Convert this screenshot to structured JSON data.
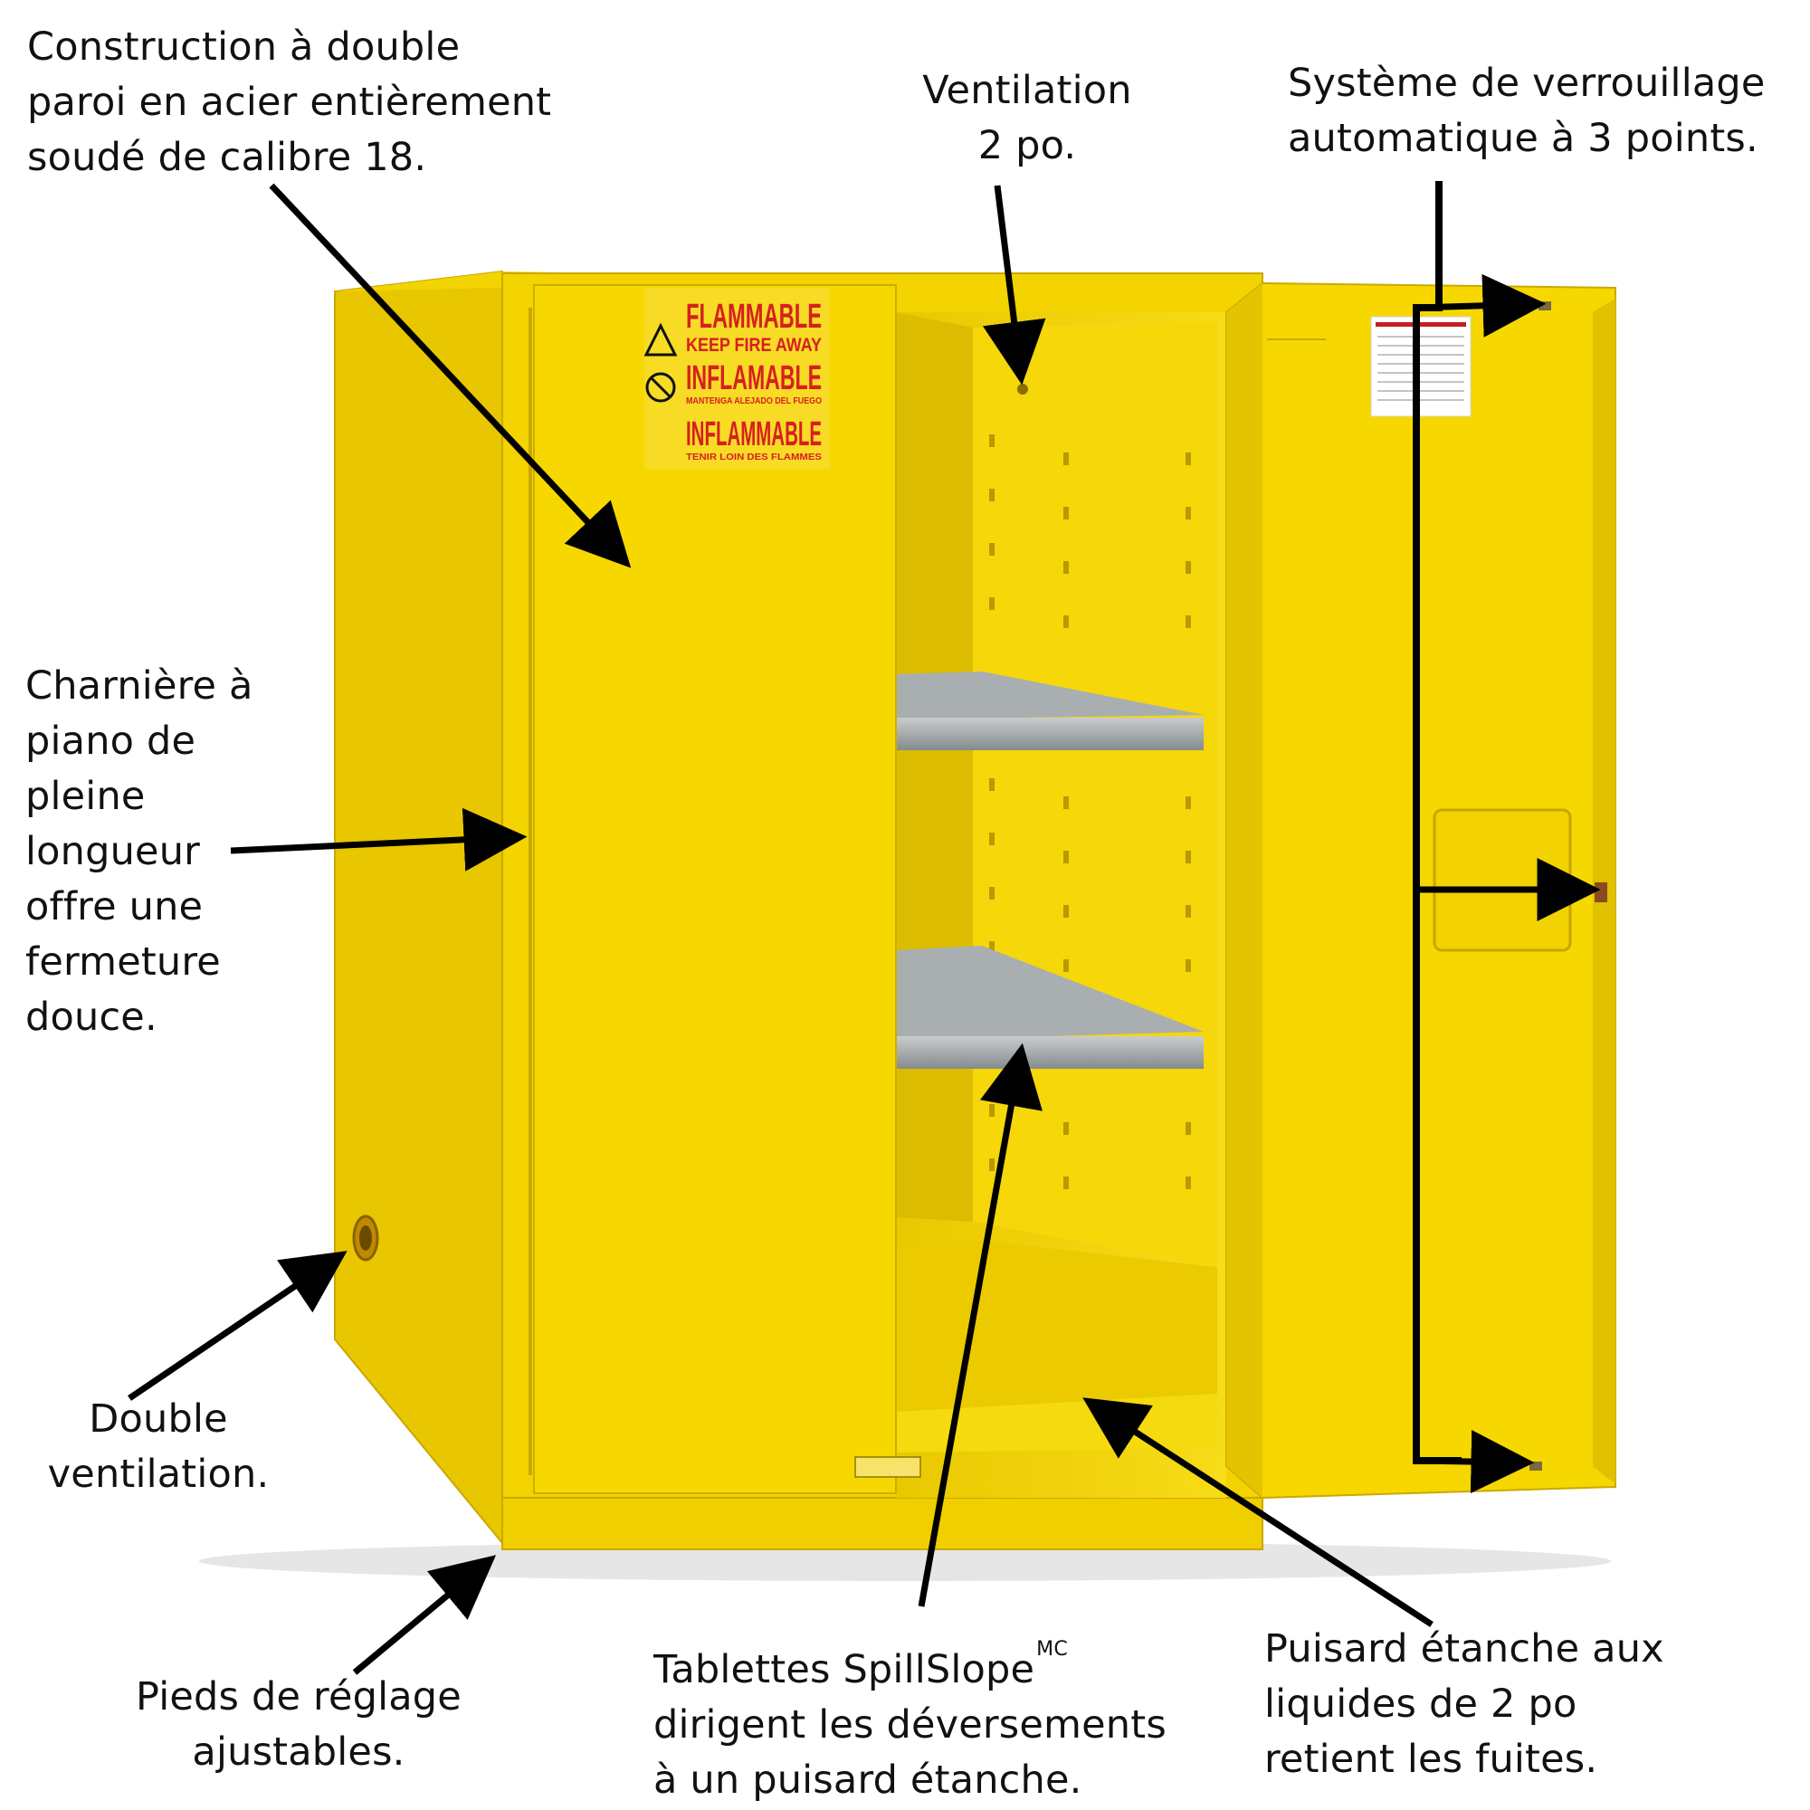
{
  "colors": {
    "cabinet_yellow": "#f6d800",
    "cabinet_shadow": "#e1bf00",
    "sign_red": "#d6201f",
    "shelf_gray": "#9ea3a6",
    "arrow_black": "#000000"
  },
  "callouts": {
    "construction": [
      "Construction à double",
      "paroi en acier entièrement",
      "soudé de calibre 18."
    ],
    "ventilation_top": [
      "Ventilation",
      "2 po."
    ],
    "locking": [
      "Système de verrouillage",
      "automatique à 3 points."
    ],
    "hinge": [
      "Charnière à",
      "piano de",
      "pleine",
      "longueur",
      "offre une",
      "fermeture",
      "douce."
    ],
    "dual_vent": [
      "Double",
      "ventilation."
    ],
    "feet": [
      "Pieds de réglage",
      "ajustables."
    ],
    "shelves": {
      "line1": "Tablettes SpillSlope",
      "line1_sup": "MC",
      "line2": "dirigent les déversements",
      "line3": "à un puisard étanche."
    },
    "sump": [
      "Puisard étanche aux",
      "liquides de 2 po",
      "retient les fuites."
    ]
  },
  "sign": {
    "line1": "FLAMMABLE",
    "line2": "KEEP FIRE AWAY",
    "line3": "INFLAMABLE",
    "line4": "MANTENGA ALEJADO DEL FUEGO",
    "line5": "INFLAMMABLE",
    "line6": "TENIR LOIN DES FLAMMES"
  },
  "icons": {
    "warning_triangle": "fire-warning-icon",
    "no_flame": "no-flame-icon"
  }
}
